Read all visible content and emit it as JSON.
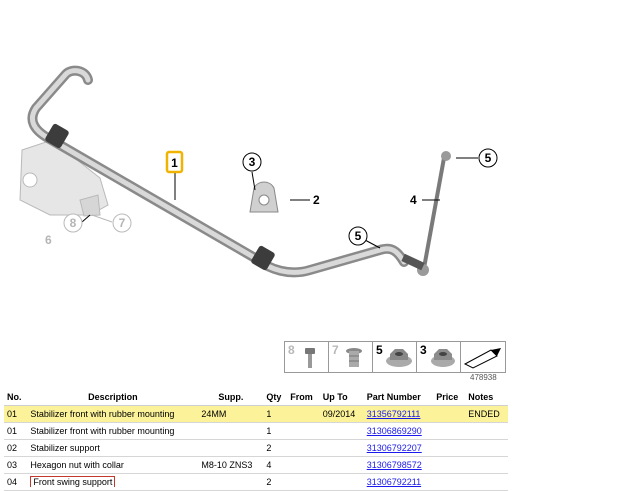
{
  "colors": {
    "highlight_row": "#fbf29a",
    "selected_callout": "#f0b400",
    "link": "#1a1aee"
  },
  "diagram": {
    "callouts": [
      "1",
      "2",
      "3",
      "4",
      "5",
      "5",
      "6",
      "7",
      "8"
    ],
    "diagram_id": "478938"
  },
  "thumbnails": [
    {
      "num": "8",
      "gray": true,
      "icon": "bolt-icon"
    },
    {
      "num": "7",
      "gray": true,
      "icon": "rivet-nut-icon"
    },
    {
      "num": "5",
      "gray": false,
      "icon": "flange-nut-icon"
    },
    {
      "num": "3",
      "gray": false,
      "icon": "hex-nut-collar-icon"
    },
    {
      "num": "",
      "gray": false,
      "icon": "direction-arrow-icon"
    }
  ],
  "table": {
    "headers": [
      "No.",
      "Description",
      "Supp.",
      "Qty",
      "From",
      "Up To",
      "Part Number",
      "Price",
      "Notes"
    ],
    "rows": [
      {
        "no": "01",
        "desc": "Stabilizer front with rubber mounting",
        "supp": "24MM",
        "qty": "1",
        "from": "",
        "upto": "09/2014",
        "part": "31356792111",
        "price": "",
        "notes": "ENDED",
        "highlight": true
      },
      {
        "no": "01",
        "desc": "Stabilizer front with rubber mounting",
        "supp": "",
        "qty": "1",
        "from": "",
        "upto": "",
        "part": "31306869290",
        "price": "",
        "notes": ""
      },
      {
        "no": "02",
        "desc": "Stabilizer support",
        "supp": "",
        "qty": "2",
        "from": "",
        "upto": "",
        "part": "31306792207",
        "price": "",
        "notes": ""
      },
      {
        "no": "03",
        "desc": "Hexagon nut with collar",
        "supp": "M8-10 ZNS3",
        "qty": "4",
        "from": "",
        "upto": "",
        "part": "31306798572",
        "price": "",
        "notes": ""
      },
      {
        "no": "04",
        "desc": "Front swing support",
        "supp": "",
        "qty": "2",
        "from": "",
        "upto": "",
        "part": "31306792211",
        "price": "",
        "notes": ""
      }
    ]
  }
}
